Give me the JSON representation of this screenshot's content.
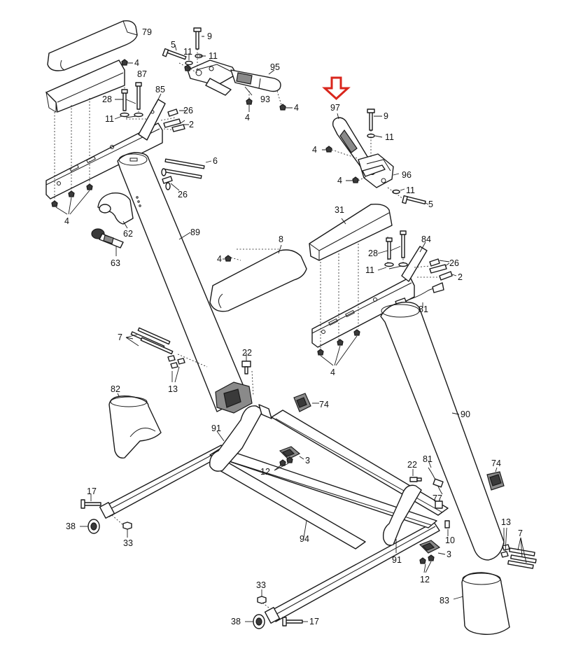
{
  "diagram": {
    "highlight_color": "#d9261c",
    "highlighted_part": "97",
    "callouts": {
      "c79": "79",
      "c4a": "4",
      "c87": "87",
      "c5a": "5",
      "c11a": "11",
      "c9a": "9",
      "c11b": "11",
      "c95": "95",
      "c85": "85",
      "c28a": "28",
      "c11c": "11",
      "c26a": "26",
      "c2a": "2",
      "c93": "93",
      "c4b": "4",
      "c4c": "4",
      "c97": "97",
      "c9b": "9",
      "c11d": "11",
      "c4d": "4",
      "c96": "96",
      "c4e": "4",
      "c11e": "11",
      "c5b": "5",
      "c6": "6",
      "c26b": "26",
      "c4f": "4",
      "c62": "62",
      "c63": "63",
      "c89": "89",
      "c31": "31",
      "c8": "8",
      "c4g": "4",
      "c84": "84",
      "c28b": "28",
      "c26c": "26",
      "c11f": "11",
      "c2b": "2",
      "c81a": "81",
      "c4h": "4",
      "c7a": "7",
      "c22a": "22",
      "c13a": "13",
      "c82": "82",
      "c74a": "74",
      "c90": "90",
      "c91a": "91",
      "c3a": "3",
      "c12a": "12",
      "c22b": "22",
      "c81b": "81",
      "c74b": "74",
      "c17a": "17",
      "c77": "77",
      "c38a": "38",
      "c33a": "33",
      "c94": "94",
      "c10": "10",
      "c13b": "13",
      "c7b": "7",
      "c91b": "91",
      "c3b": "3",
      "c12b": "12",
      "c33b": "33",
      "c83": "83",
      "c38b": "38",
      "c17b": "17"
    }
  }
}
